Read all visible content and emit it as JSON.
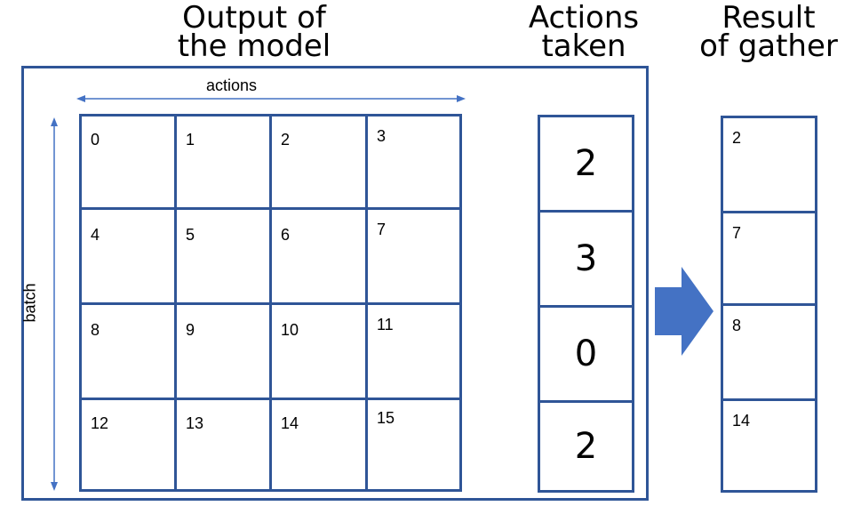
{
  "headings": {
    "output": [
      "Output of",
      "the model"
    ],
    "actions": [
      "Actions",
      "taken"
    ],
    "result": [
      "Result",
      "of gather"
    ]
  },
  "axes": {
    "x_label": "actions",
    "y_label": "batch"
  },
  "grid": [
    [
      "0",
      "1",
      "2",
      "3"
    ],
    [
      "4",
      "5",
      "6",
      "7"
    ],
    [
      "8",
      "9",
      "10",
      "11"
    ],
    [
      "12",
      "13",
      "14",
      "15"
    ]
  ],
  "actions_taken": [
    "2",
    "3",
    "0",
    "2"
  ],
  "gather_result": [
    "2",
    "7",
    "8",
    "14"
  ],
  "colors": {
    "border": "#2f5597",
    "arrow": "#4472c4"
  }
}
